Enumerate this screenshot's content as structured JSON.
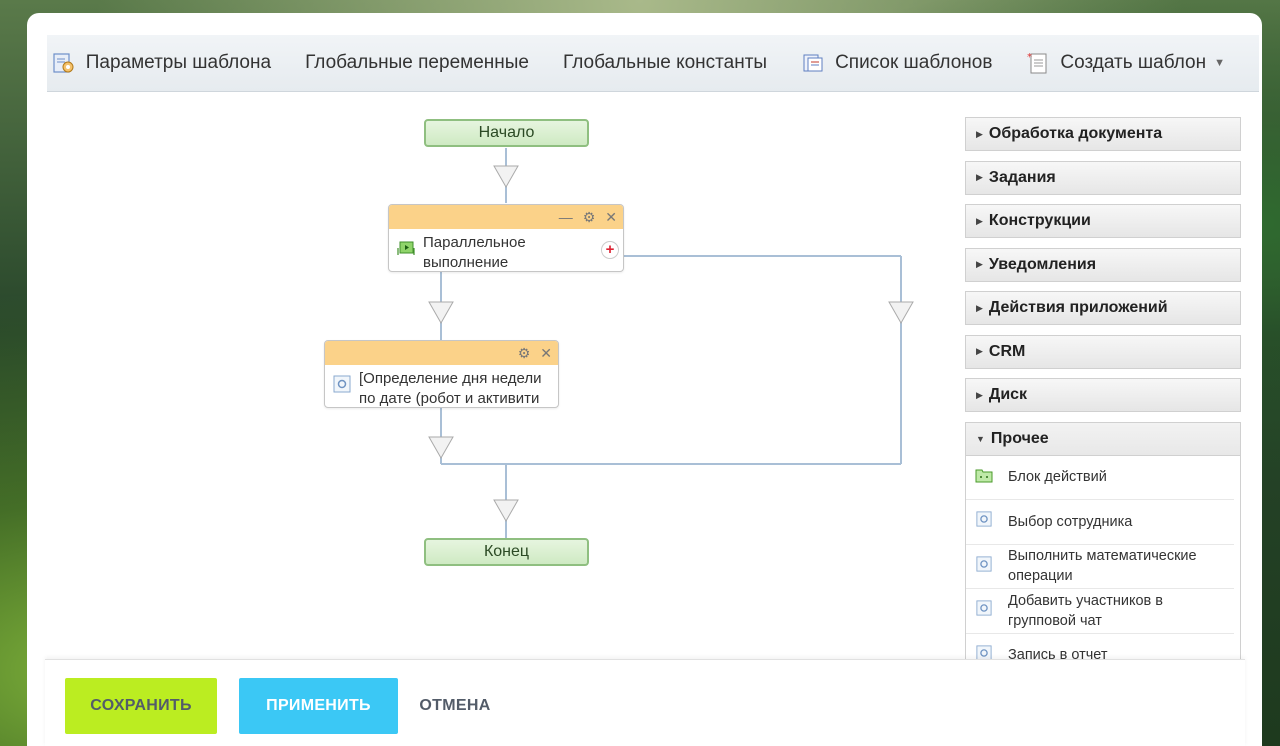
{
  "toolbar": {
    "template_params": "Параметры шаблона",
    "global_vars": "Глобальные переменные",
    "global_consts": "Глобальные константы",
    "template_list": "Список шаблонов",
    "create_template": "Создать шаблон"
  },
  "workflow": {
    "start": "Начало",
    "end": "Конец",
    "parallel_line1": "Параллельное",
    "parallel_line2": "выполнение",
    "activity_line1": "[Определение дня недели",
    "activity_line2": "по дате (робот и активити"
  },
  "sidebar": {
    "groups": [
      {
        "label": "Обработка документа"
      },
      {
        "label": "Задания"
      },
      {
        "label": "Конструкции"
      },
      {
        "label": "Уведомления"
      },
      {
        "label": "Действия приложений"
      },
      {
        "label": "CRM"
      },
      {
        "label": "Диск"
      }
    ],
    "open_group": {
      "label": "Прочее"
    },
    "items": [
      {
        "line1": "Блок действий",
        "line2": ""
      },
      {
        "line1": "Выбор сотрудника",
        "line2": ""
      },
      {
        "line1": "Выполнить математические",
        "line2": "операции"
      },
      {
        "line1": "Добавить участников в",
        "line2": "групповой чат"
      },
      {
        "line1": "Запись в отчет",
        "line2": ""
      }
    ]
  },
  "footer": {
    "save": "СОХРАНИТЬ",
    "apply": "ПРИМЕНИТЬ",
    "cancel": "ОТМЕНА"
  },
  "colors": {
    "save_bg": "#bbed21",
    "apply_bg": "#3bc8f5",
    "activity_header": "#fbd289",
    "connector": "#a9bfd6"
  }
}
